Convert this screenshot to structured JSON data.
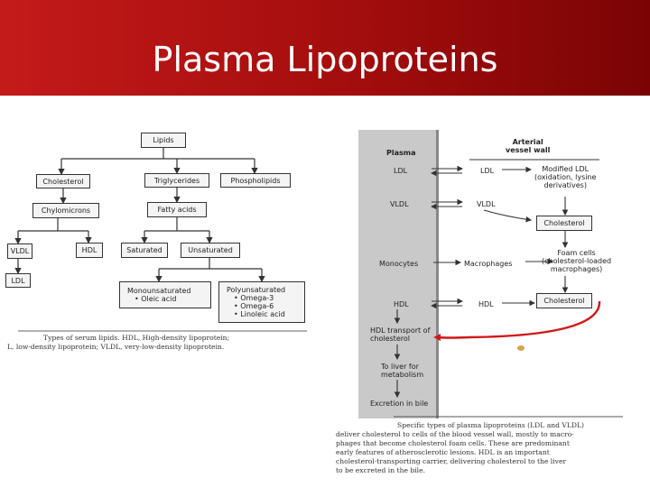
{
  "slide": {
    "title": "Plasma Lipoproteins"
  },
  "left_diagram": {
    "lipids": "Lipids",
    "cholesterol": "Cholesterol",
    "triglycerides": "Triglycerides",
    "phospholipids": "Phospholipids",
    "chylomicrons": "Chylomicrons",
    "fatty_acids": "Fatty acids",
    "vldl": "VLDL",
    "hdl": "HDL",
    "ldl": "LDL",
    "saturated": "Saturated",
    "unsaturated": "Unsaturated",
    "monounsaturated": "Monounsaturated",
    "oleic": "• Oleic acid",
    "polyunsaturated": "Polyunsaturated",
    "omega3": "• Omega-3",
    "omega6": "• Omega-6",
    "linoleic": "• Linoleic acid",
    "caption_line1": "Types of serum lipids. HDL, High-density lipoprotein;",
    "caption_line2": "L, low-density lipoprotein; VLDL, very-low-density lipoprotein."
  },
  "right_diagram": {
    "plasma": "Plasma",
    "arterial_wall": "Arterial\nvessel wall",
    "plasma_ldl": "LDL",
    "plasma_vldl": "VLDL",
    "plasma_monocytes": "Monocytes",
    "plasma_hdl": "HDL",
    "hdl_transport": "HDL transport of\ncholesterol",
    "to_liver": "To liver for\nmetabolism",
    "excretion": "Excretion in bile",
    "wall_ldl": "LDL",
    "modified_ldl": "Modified LDL\n(oxidation, lysine\nderivatives)",
    "wall_vldl": "VLDL",
    "cholesterol_1": "Cholesterol",
    "macrophages": "Macrophages",
    "foam_cells": "Foam cells\n(cholesterol-loaded\nmacrophages)",
    "wall_hdl": "HDL",
    "cholesterol_2": "Cholesterol",
    "caption_line1": "Specific types of plasma lipoproteins (LDL and VLDL)",
    "caption_line2": "deliver cholesterol to cells of the blood vessel wall, mostly to macro-",
    "caption_line3": "phages that become cholesterol foam cells. These are predominant",
    "caption_line4": "early features of atherosclerotic lesions. HDL is an important",
    "caption_line5": "cholesterol-transporting carrier, delivering cholesterol to the liver",
    "caption_line6": "to be excreted in the bile."
  },
  "colors": {
    "header_start": "#c41a1a",
    "header_end": "#7a0404",
    "plasma_column": "#c9c9c9",
    "curve": "#d11818"
  }
}
